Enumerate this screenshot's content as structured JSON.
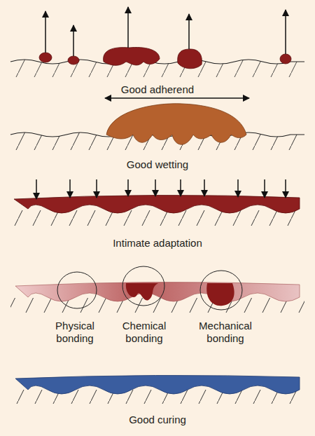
{
  "diagram": {
    "labels": [
      "Good adherend",
      "Good wetting",
      "Intimate adaptation",
      "Physical bonding",
      "Chemical bonding",
      "Mechanical bonding",
      "Good curing"
    ]
  }
}
